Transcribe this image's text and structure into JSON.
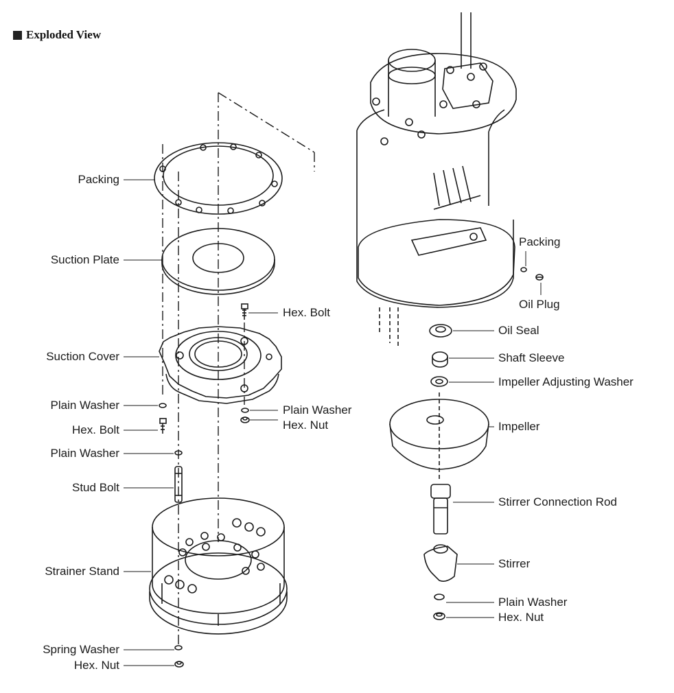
{
  "title": "Exploded View",
  "left_labels": {
    "packing": "Packing",
    "suction_plate": "Suction Plate",
    "suction_cover": "Suction Cover",
    "plain_washer_1": "Plain Washer",
    "hex_bolt": "Hex. Bolt",
    "plain_washer_2": "Plain Washer",
    "stud_bolt": "Stud Bolt",
    "strainer_stand": "Strainer Stand",
    "spring_washer": "Spring Washer",
    "hex_nut": "Hex. Nut"
  },
  "middle_labels": {
    "hex_bolt": "Hex. Bolt",
    "plain_washer": "Plain Washer",
    "hex_nut": "Hex. Nut"
  },
  "right_labels": {
    "packing": "Packing",
    "oil_plug": "Oil Plug",
    "oil_seal": "Oil Seal",
    "shaft_sleeve": "Shaft Sleeve",
    "impeller_adjusting_washer": "Impeller Adjusting Washer",
    "impeller": "Impeller",
    "stirrer_connection_rod": "Stirrer Connection Rod",
    "stirrer": "Stirrer",
    "plain_washer": "Plain Washer",
    "hex_nut": "Hex. Nut"
  }
}
